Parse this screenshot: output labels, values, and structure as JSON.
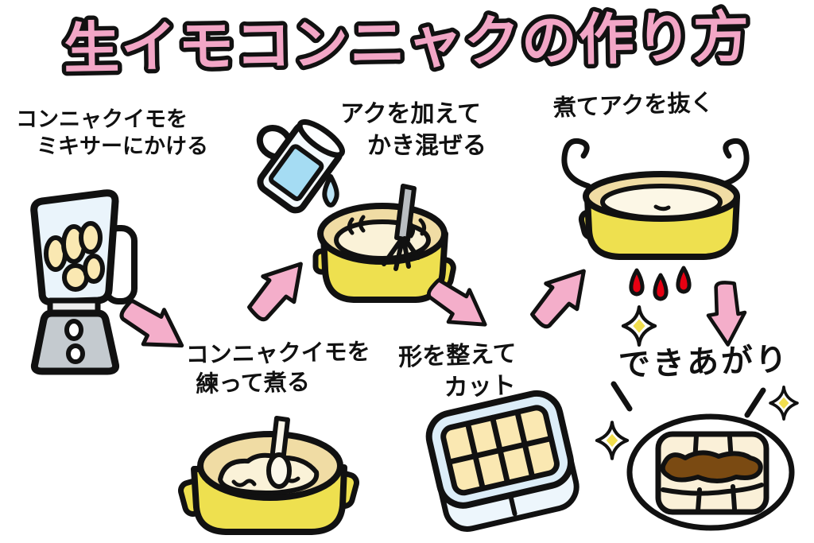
{
  "title": "生イモコンニャクの作り方",
  "colors": {
    "bg": "#FFFFFF",
    "ink": "#111111",
    "title_pink": "#F2A6C6",
    "arrow_pink": "#F4AECA",
    "pot_yellow": "#EEE04F",
    "pot_rim_tan": "#F0DCA4",
    "dough_cream": "#FAF2D8",
    "potato_cream": "#FAE8B2",
    "jar_blue": "#EAF4FB",
    "liquid_blue": "#A5DCF3",
    "drop_blue": "#BCE4F6",
    "base_gray": "#C4CACF",
    "whisk_gray": "#B9BDC1",
    "tray_blue": "#DCEDF8",
    "tray_side_blue": "#EDF6FC",
    "flame_red": "#E60012",
    "sauce_brown": "#7A4A12",
    "sparkle_yellow": "#F2DE4E",
    "spatula_white": "#FBF7EA"
  },
  "steps": [
    {
      "order": 1,
      "label_lines": [
        "コンニャクイモを",
        "ミキサーにかける"
      ],
      "icon": "blender-icon"
    },
    {
      "order": 2,
      "label_lines": [
        "コンニャクイモを",
        "練って煮る"
      ],
      "icon": "pot-spatula-icon"
    },
    {
      "order": 3,
      "label_lines": [
        "アクを加えて",
        "かき混ぜる"
      ],
      "icon": "pot-whisk-icon"
    },
    {
      "order": 4,
      "label_lines": [
        "形を整えて",
        "カット"
      ],
      "icon": "cutting-tray-icon"
    },
    {
      "order": 5,
      "label_lines": [
        "煮てアクを抜く"
      ],
      "icon": "boiling-pot-icon"
    },
    {
      "order": 6,
      "label_lines": [
        "できあがり"
      ],
      "icon": "finished-plate-icon"
    }
  ],
  "decorations": [
    "measuring-cup-icon",
    "water-drop-icon",
    "steam-curl-icon",
    "flame-drops-icon",
    "sparkle-icon",
    "emphasis-slash-icon",
    "flow-arrow-icon"
  ]
}
